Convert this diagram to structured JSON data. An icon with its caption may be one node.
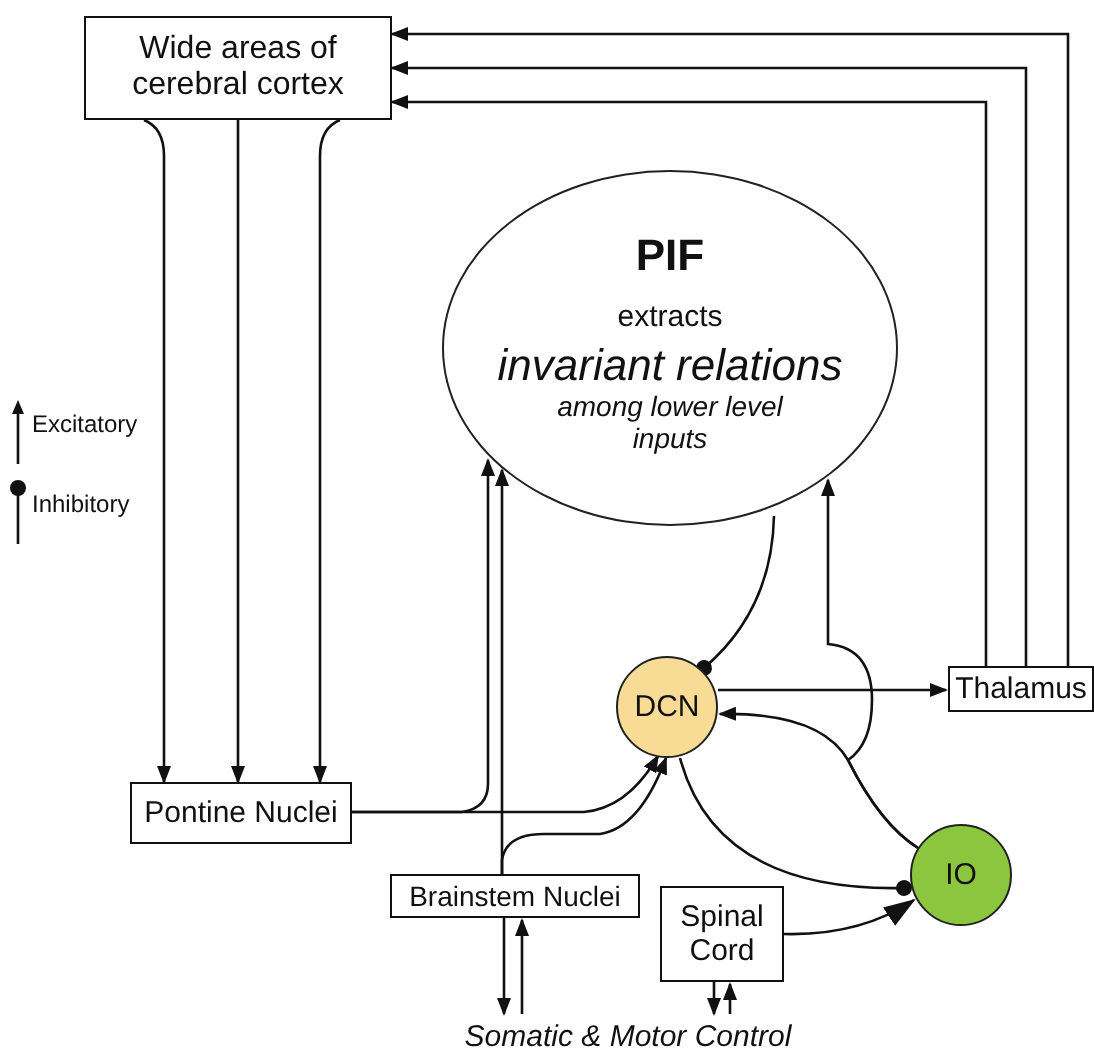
{
  "diagram": {
    "nodes": [
      {
        "text": [
          "Wide areas of cerebral cortex"
        ]
      },
      {
        "text": [
          "PIF",
          "extracts",
          "invariant relations",
          "among lower level inputs"
        ]
      },
      {
        "text": [
          "DCN"
        ]
      },
      {
        "text": [
          "Thalamus"
        ]
      },
      {
        "text": [
          "Pontine Nuclei"
        ]
      },
      {
        "text": [
          "Brainstem Nuclei"
        ]
      },
      {
        "text": [
          "Spinal Cord"
        ]
      },
      {
        "text": [
          "IO"
        ]
      },
      {
        "text": [
          "Somatic & Motor Control"
        ]
      }
    ],
    "edges": [
      {
        "from": 0,
        "to": 4,
        "arrow": "to"
      },
      {
        "from": 0,
        "to": 4,
        "arrow": "to"
      },
      {
        "from": 0,
        "to": 4,
        "arrow": "to"
      },
      {
        "from": 3,
        "to": 0,
        "arrow": "to"
      },
      {
        "from": 3,
        "to": 0,
        "arrow": "to"
      },
      {
        "from": 3,
        "to": 0,
        "arrow": "to"
      },
      {
        "from": 4,
        "to": 2,
        "arrow": "to"
      },
      {
        "from": 4,
        "to": 1,
        "arrow": "to"
      },
      {
        "from": 5,
        "to": 1,
        "arrow": "to"
      },
      {
        "from": 5,
        "to": 2,
        "arrow": "to"
      },
      {
        "from": 1,
        "to": 2,
        "arrow": "other"
      },
      {
        "from": 7,
        "to": 2,
        "arrow": "to"
      },
      {
        "from": 7,
        "to": 1,
        "arrow": "to"
      },
      {
        "from": 2,
        "to": 3,
        "arrow": "to"
      },
      {
        "from": 2,
        "to": 7,
        "arrow": "other"
      },
      {
        "from": 6,
        "to": 7,
        "arrow": "to"
      },
      {
        "from": 5,
        "to": 8,
        "arrow": "to"
      },
      {
        "from": 8,
        "to": 5,
        "arrow": "to"
      },
      {
        "from": 6,
        "to": 8,
        "arrow": "to"
      },
      {
        "from": 8,
        "to": 6,
        "arrow": "to"
      }
    ],
    "legend": [
      {
        "text": "Excitatory"
      },
      {
        "text": "Inhibitory"
      }
    ]
  }
}
